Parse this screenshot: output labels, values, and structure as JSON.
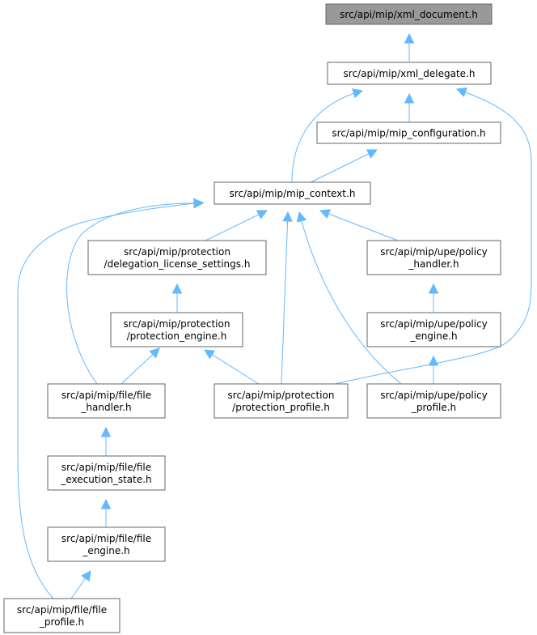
{
  "graph": {
    "edge_color": "#63b8ff",
    "node_border_color": "#666666",
    "root_fill_color": "#999999",
    "nodes": [
      {
        "id": "xml_document",
        "lines": [
          "src/api/mip/xml_document.h"
        ],
        "root": true
      },
      {
        "id": "xml_delegate",
        "lines": [
          "src/api/mip/xml_delegate.h"
        ]
      },
      {
        "id": "mip_configuration",
        "lines": [
          "src/api/mip/mip_configuration.h"
        ]
      },
      {
        "id": "mip_context",
        "lines": [
          "src/api/mip/mip_context.h"
        ]
      },
      {
        "id": "delegation_license_settings",
        "lines": [
          "src/api/mip/protection",
          "/delegation_license_settings.h"
        ]
      },
      {
        "id": "policy_handler",
        "lines": [
          "src/api/mip/upe/policy",
          "_handler.h"
        ]
      },
      {
        "id": "protection_engine",
        "lines": [
          "src/api/mip/protection",
          "/protection_engine.h"
        ]
      },
      {
        "id": "policy_engine",
        "lines": [
          "src/api/mip/upe/policy",
          "_engine.h"
        ]
      },
      {
        "id": "file_handler",
        "lines": [
          "src/api/mip/file/file",
          "_handler.h"
        ]
      },
      {
        "id": "protection_profile",
        "lines": [
          "src/api/mip/protection",
          "/protection_profile.h"
        ]
      },
      {
        "id": "policy_profile",
        "lines": [
          "src/api/mip/upe/policy",
          "_profile.h"
        ]
      },
      {
        "id": "file_execution_state",
        "lines": [
          "src/api/mip/file/file",
          "_execution_state.h"
        ]
      },
      {
        "id": "file_engine",
        "lines": [
          "src/api/mip/file/file",
          "_engine.h"
        ]
      },
      {
        "id": "file_profile",
        "lines": [
          "src/api/mip/file/file",
          "_profile.h"
        ]
      }
    ],
    "edges": [
      {
        "from": "xml_delegate",
        "to": "xml_document"
      },
      {
        "from": "mip_configuration",
        "to": "xml_delegate"
      },
      {
        "from": "mip_context",
        "to": "xml_delegate"
      },
      {
        "from": "protection_profile",
        "to": "xml_delegate"
      },
      {
        "from": "mip_context",
        "to": "mip_configuration"
      },
      {
        "from": "delegation_license_settings",
        "to": "mip_context"
      },
      {
        "from": "policy_handler",
        "to": "mip_context"
      },
      {
        "from": "protection_profile",
        "to": "mip_context"
      },
      {
        "from": "policy_profile",
        "to": "mip_context"
      },
      {
        "from": "file_handler",
        "to": "mip_context"
      },
      {
        "from": "file_profile",
        "to": "mip_context"
      },
      {
        "from": "protection_engine",
        "to": "delegation_license_settings"
      },
      {
        "from": "file_handler",
        "to": "protection_engine"
      },
      {
        "from": "protection_profile",
        "to": "protection_engine"
      },
      {
        "from": "policy_engine",
        "to": "policy_handler"
      },
      {
        "from": "policy_profile",
        "to": "policy_engine"
      },
      {
        "from": "file_execution_state",
        "to": "file_handler"
      },
      {
        "from": "file_engine",
        "to": "file_execution_state"
      },
      {
        "from": "file_profile",
        "to": "file_engine"
      }
    ]
  }
}
